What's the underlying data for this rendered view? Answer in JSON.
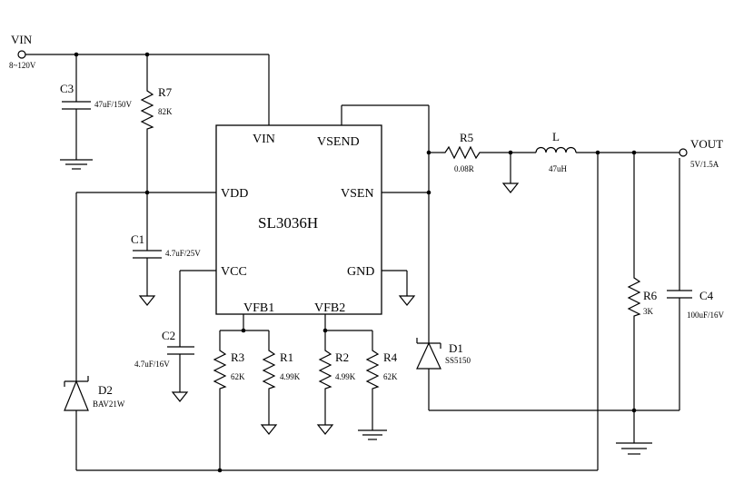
{
  "chip": {
    "name": "SL3036H",
    "pins": {
      "vin": "VIN",
      "vsend": "VSEND",
      "vdd": "VDD",
      "vsen": "VSEN",
      "vcc": "VCC",
      "gnd": "GND",
      "vfb1": "VFB1",
      "vfb2": "VFB2"
    }
  },
  "terminals": {
    "vin_label": "VIN",
    "vin_range": "8~120V",
    "vout_label": "VOUT",
    "vout_rating": "5V/1.5A"
  },
  "components": {
    "c3": {
      "ref": "C3",
      "value": "47uF/150V"
    },
    "r7": {
      "ref": "R7",
      "value": "82K"
    },
    "c1": {
      "ref": "C1",
      "value": "4.7uF/25V"
    },
    "c2": {
      "ref": "C2",
      "value": "4.7uF/16V"
    },
    "d2": {
      "ref": "D2",
      "value": "BAV21W"
    },
    "r3": {
      "ref": "R3",
      "value": "62K"
    },
    "r1": {
      "ref": "R1",
      "value": "4.99K"
    },
    "r2": {
      "ref": "R2",
      "value": "4.99K"
    },
    "r4": {
      "ref": "R4",
      "value": "62K"
    },
    "d1": {
      "ref": "D1",
      "value": "SS5150"
    },
    "r5": {
      "ref": "R5",
      "value": "0.08R"
    },
    "l": {
      "ref": "L",
      "value": "47uH"
    },
    "r6": {
      "ref": "R6",
      "value": "3K"
    },
    "c4": {
      "ref": "C4",
      "value": "100uF/16V"
    }
  }
}
